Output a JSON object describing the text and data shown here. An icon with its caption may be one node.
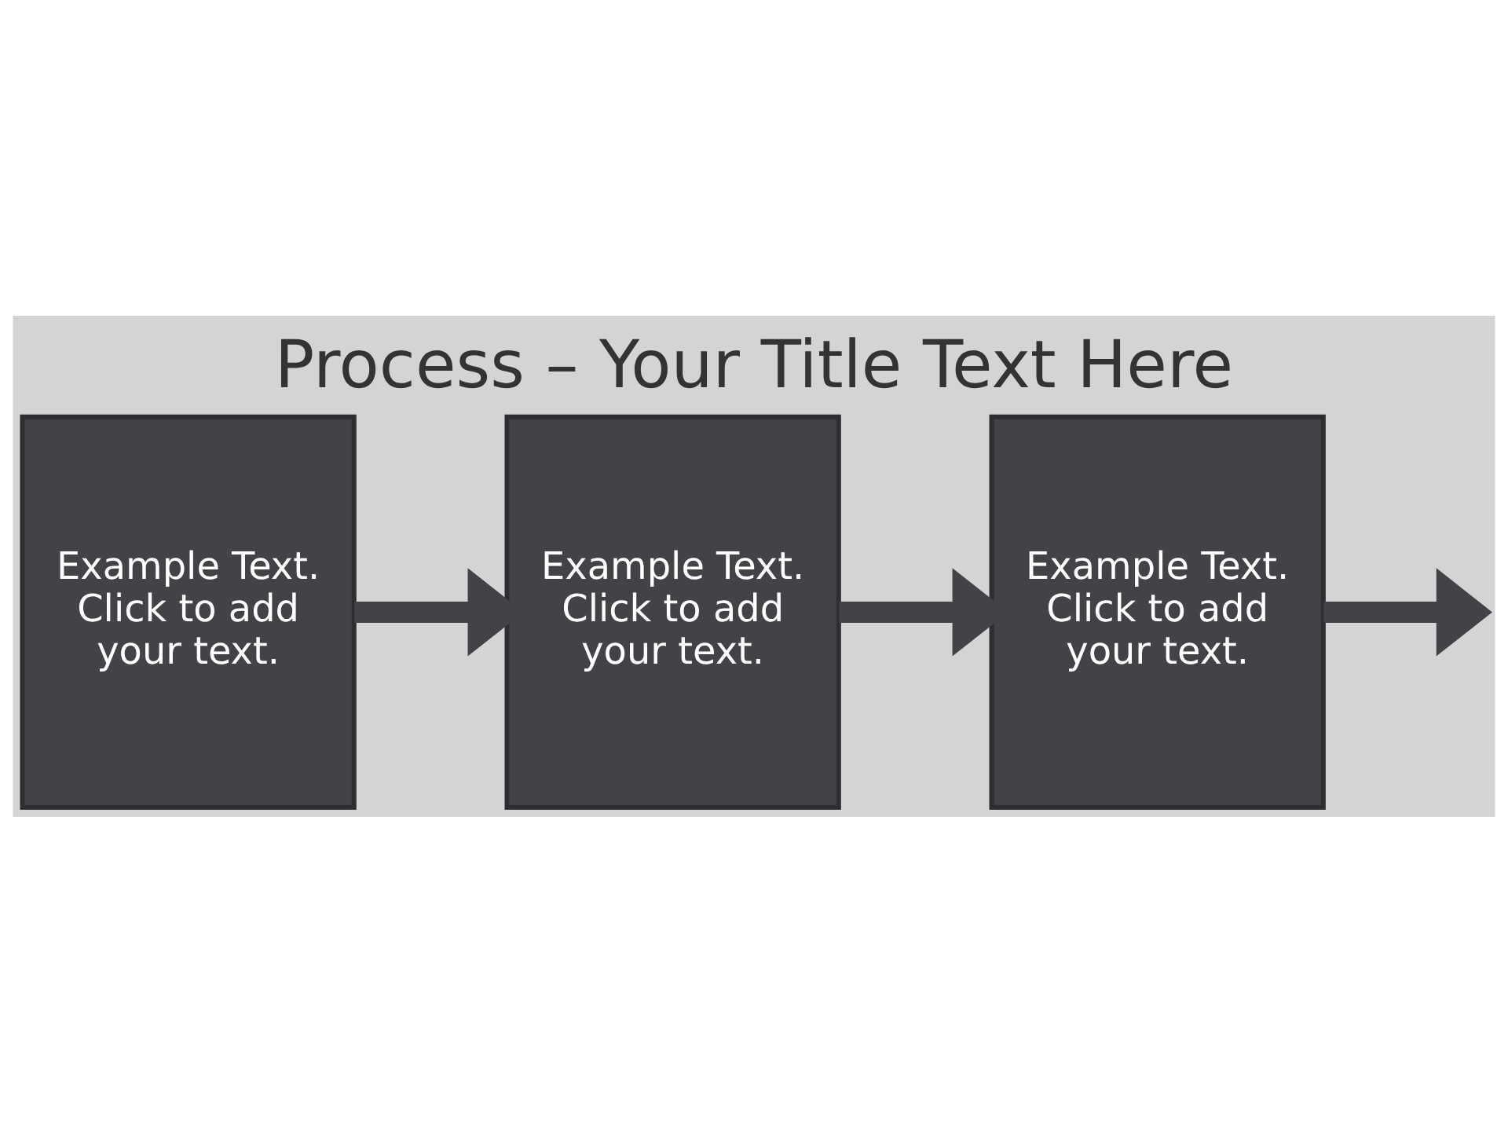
{
  "diagram": {
    "title": "Process – Your Title Text Here",
    "nodes": [
      {
        "text": [
          "Example Text. Click to add your text."
        ]
      },
      {
        "text": [
          "Example Text. Click to add your text."
        ]
      },
      {
        "text": [
          "Example Text. Click to add your text."
        ]
      }
    ],
    "edges": [
      {
        "from": 0,
        "to": 1,
        "arrow": "to"
      },
      {
        "from": 1,
        "to": 2,
        "arrow": "to"
      },
      {
        "from": 2,
        "to": null,
        "arrow": "to"
      }
    ]
  }
}
